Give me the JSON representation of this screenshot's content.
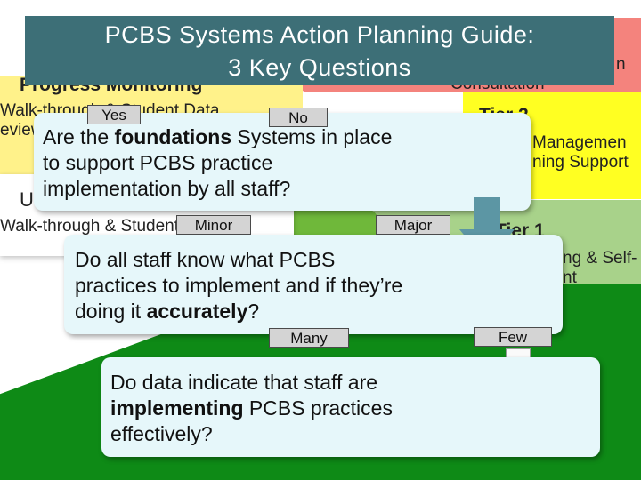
{
  "title": {
    "line1": "PCBS Systems Action Planning Guide:",
    "line2": "3 Key Questions"
  },
  "background_fragments": {
    "progress_monitoring": "Progress Monitoring",
    "walkthrough_1": "Walk-through & Student Data",
    "review_partial": "eview",
    "n_partial": "n",
    "consultation": "Consultation",
    "tier2": "Tier 2",
    "management": "Managemen",
    "learning_support": "ning Support",
    "u_partial": "U",
    "walkthrough_2": "Walk-through & Student Data",
    "tier1": "Tier 1",
    "self_line1": "ng & Self-",
    "self_line2": "nt"
  },
  "questions": [
    {
      "pre": "Are the ",
      "bold": "foundations",
      "post": " Systems in place to support PCBS practice implementation by all staff?"
    },
    {
      "pre": "Do all staff know what PCBS practices to implement and if they’re doing it ",
      "bold": "accurately",
      "post": "?"
    },
    {
      "pre": "Do data indicate that staff are ",
      "bold": "implementing",
      "post": " PCBS practices effectively?"
    }
  ],
  "answers": {
    "yes": "Yes",
    "no": "No",
    "minor": "Minor",
    "major": "Major",
    "many": "Many",
    "few": "Few"
  },
  "colors": {
    "title_band": "#3d6f77",
    "question_box": "#e6f7fa",
    "orange": "#f4837d",
    "yellow": "#ffff22",
    "green_dark": "#0e8a16",
    "arrow": "#5c96a4"
  }
}
